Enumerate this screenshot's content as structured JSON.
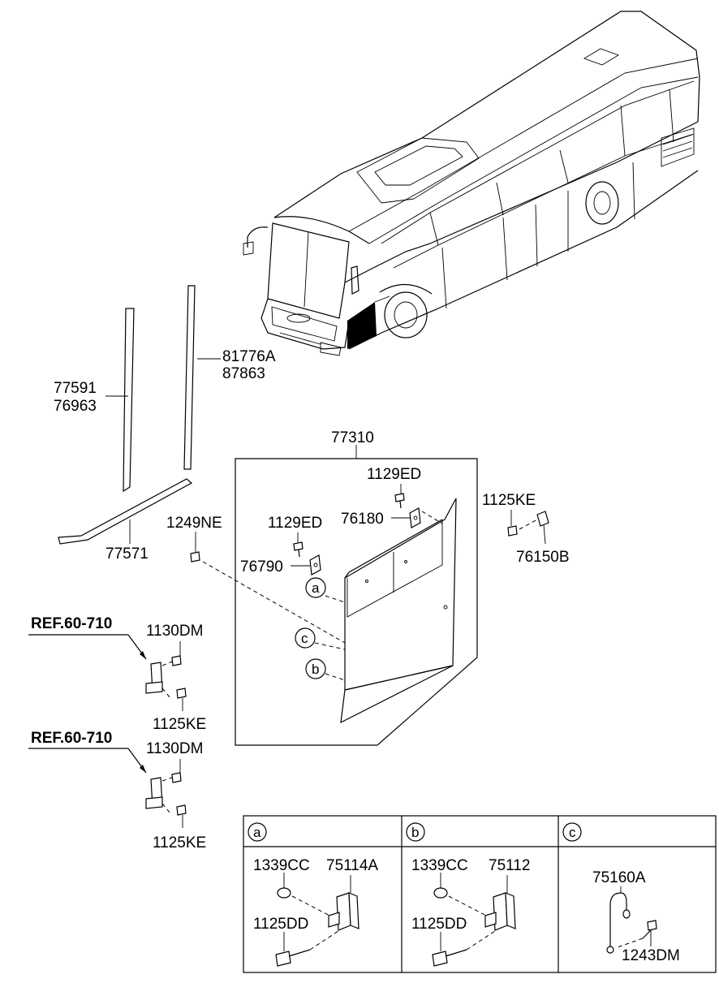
{
  "part_labels": {
    "p81776A": "81776A",
    "p87863": "87863",
    "p77591": "77591",
    "p76963": "76963",
    "p77571": "77571",
    "p77310": "77310",
    "p1129ED_top": "1129ED",
    "p76180": "76180",
    "p1129ED_left": "1129ED",
    "p76790": "76790",
    "p1249NE": "1249NE",
    "p1125KE_right": "1125KE",
    "p76150B": "76150B",
    "ref1": "REF.60-710",
    "p1130DM_1": "1130DM",
    "p1125KE_1": "1125KE",
    "ref2": "REF.60-710",
    "p1130DM_2": "1130DM",
    "p1125KE_2": "1125KE"
  },
  "callouts": {
    "a": "a",
    "b": "b",
    "c": "c"
  },
  "detail_table": {
    "headers": [
      "a",
      "b",
      "c"
    ],
    "panel_a": {
      "p1339CC": "1339CC",
      "p75114A": "75114A",
      "p1125DD": "1125DD"
    },
    "panel_b": {
      "p1339CC": "1339CC",
      "p75112": "75112",
      "p1125DD": "1125DD"
    },
    "panel_c": {
      "p75160A": "75160A",
      "p1243DM": "1243DM"
    }
  }
}
